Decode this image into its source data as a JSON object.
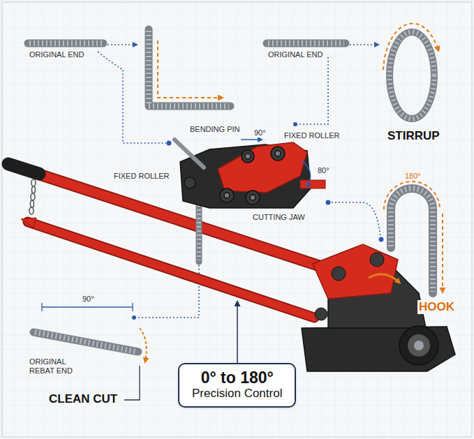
{
  "diagram": {
    "nodes": [
      {
        "text": [
          "0° to 180°",
          "Precision Control"
        ]
      }
    ],
    "labels": [
      "ORIGINAL END",
      "ORIGINAL END",
      "BENDING PIN",
      "90°",
      "FIXED ROLLER",
      "FIXED ROLLER",
      "80°",
      "CUTTING JAW",
      "STIRRUP",
      "180°",
      "HOOK",
      "90°",
      "ORIGINAL REBAT END",
      "CLEAN CUT"
    ]
  }
}
